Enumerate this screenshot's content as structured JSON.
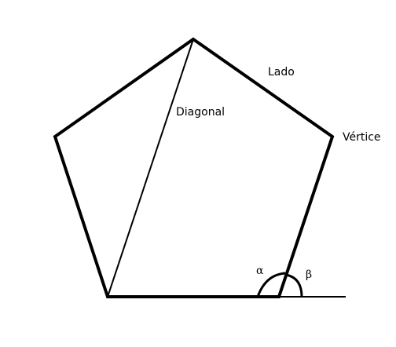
{
  "labels": {
    "side": "Lado",
    "diagonal": "Diagonal",
    "vertex": "Vértice",
    "interior_angle": "α",
    "exterior_angle": "β"
  },
  "colors": {
    "stroke": "#000000",
    "background": "#ffffff"
  }
}
